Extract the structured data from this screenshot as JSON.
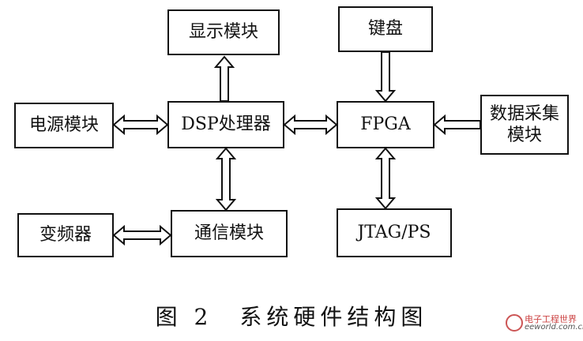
{
  "diagram": {
    "blocks": {
      "display": "显示模块",
      "keyboard": "键盘",
      "power": "电源模块",
      "dsp": "DSP处理器",
      "fpga": "FPGA",
      "acquisition_line1": "数据采集",
      "acquisition_line2": "模块",
      "inverter": "变频器",
      "comm": "通信模块",
      "jtag": "JTAG/PS"
    },
    "caption": "图 2　系统硬件结构图"
  },
  "watermark": {
    "line1": "电子工程世界",
    "line2": "eeworld.com.cn"
  },
  "colors": {
    "stroke": "#111111",
    "background": "#ffffff"
  }
}
